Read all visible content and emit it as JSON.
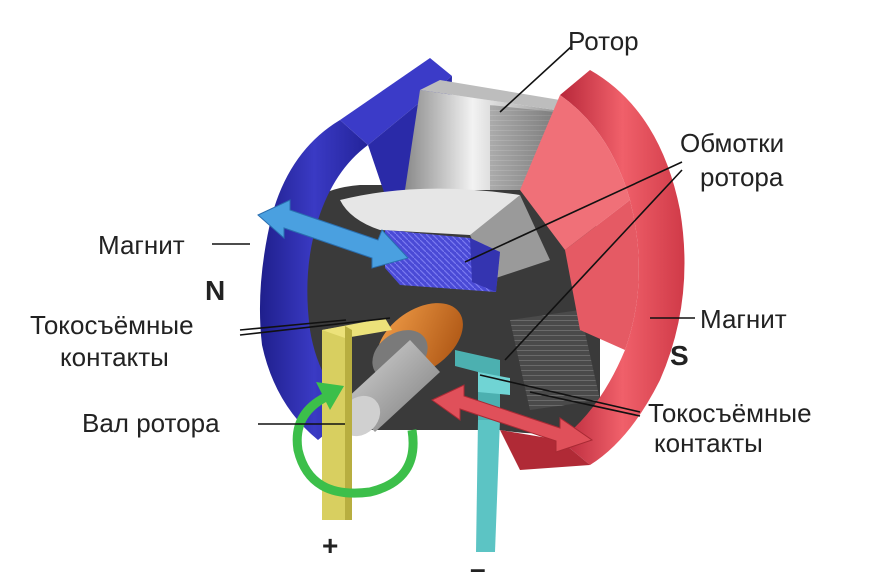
{
  "labels": {
    "rotor": "Ротор",
    "rotor_windings_line1": "Обмотки",
    "rotor_windings_line2": "ротора",
    "magnet_left": "Магнит",
    "magnet_right": "Магнит",
    "pole_north": "N",
    "pole_south": "S",
    "contacts_left_line1": "Токосъёмные",
    "contacts_left_line2": "контакты",
    "contacts_right_line1": "Токосъёмные",
    "contacts_right_line2": "контакты",
    "shaft": "Вал ротора",
    "plus": "+",
    "minus": "–"
  },
  "colors": {
    "magnet_north": "#2e2fa8",
    "magnet_south": "#e0474f",
    "rotor_core": "#c9c9c9",
    "windings": "#4a4ad6",
    "commutator": "#d9781e",
    "contact_plus": "#d8cf60",
    "contact_minus": "#5cc4c4",
    "arrow_blue": "#4aa0e0",
    "arrow_red": "#e0505a",
    "arrow_green": "#3cbf4a"
  }
}
